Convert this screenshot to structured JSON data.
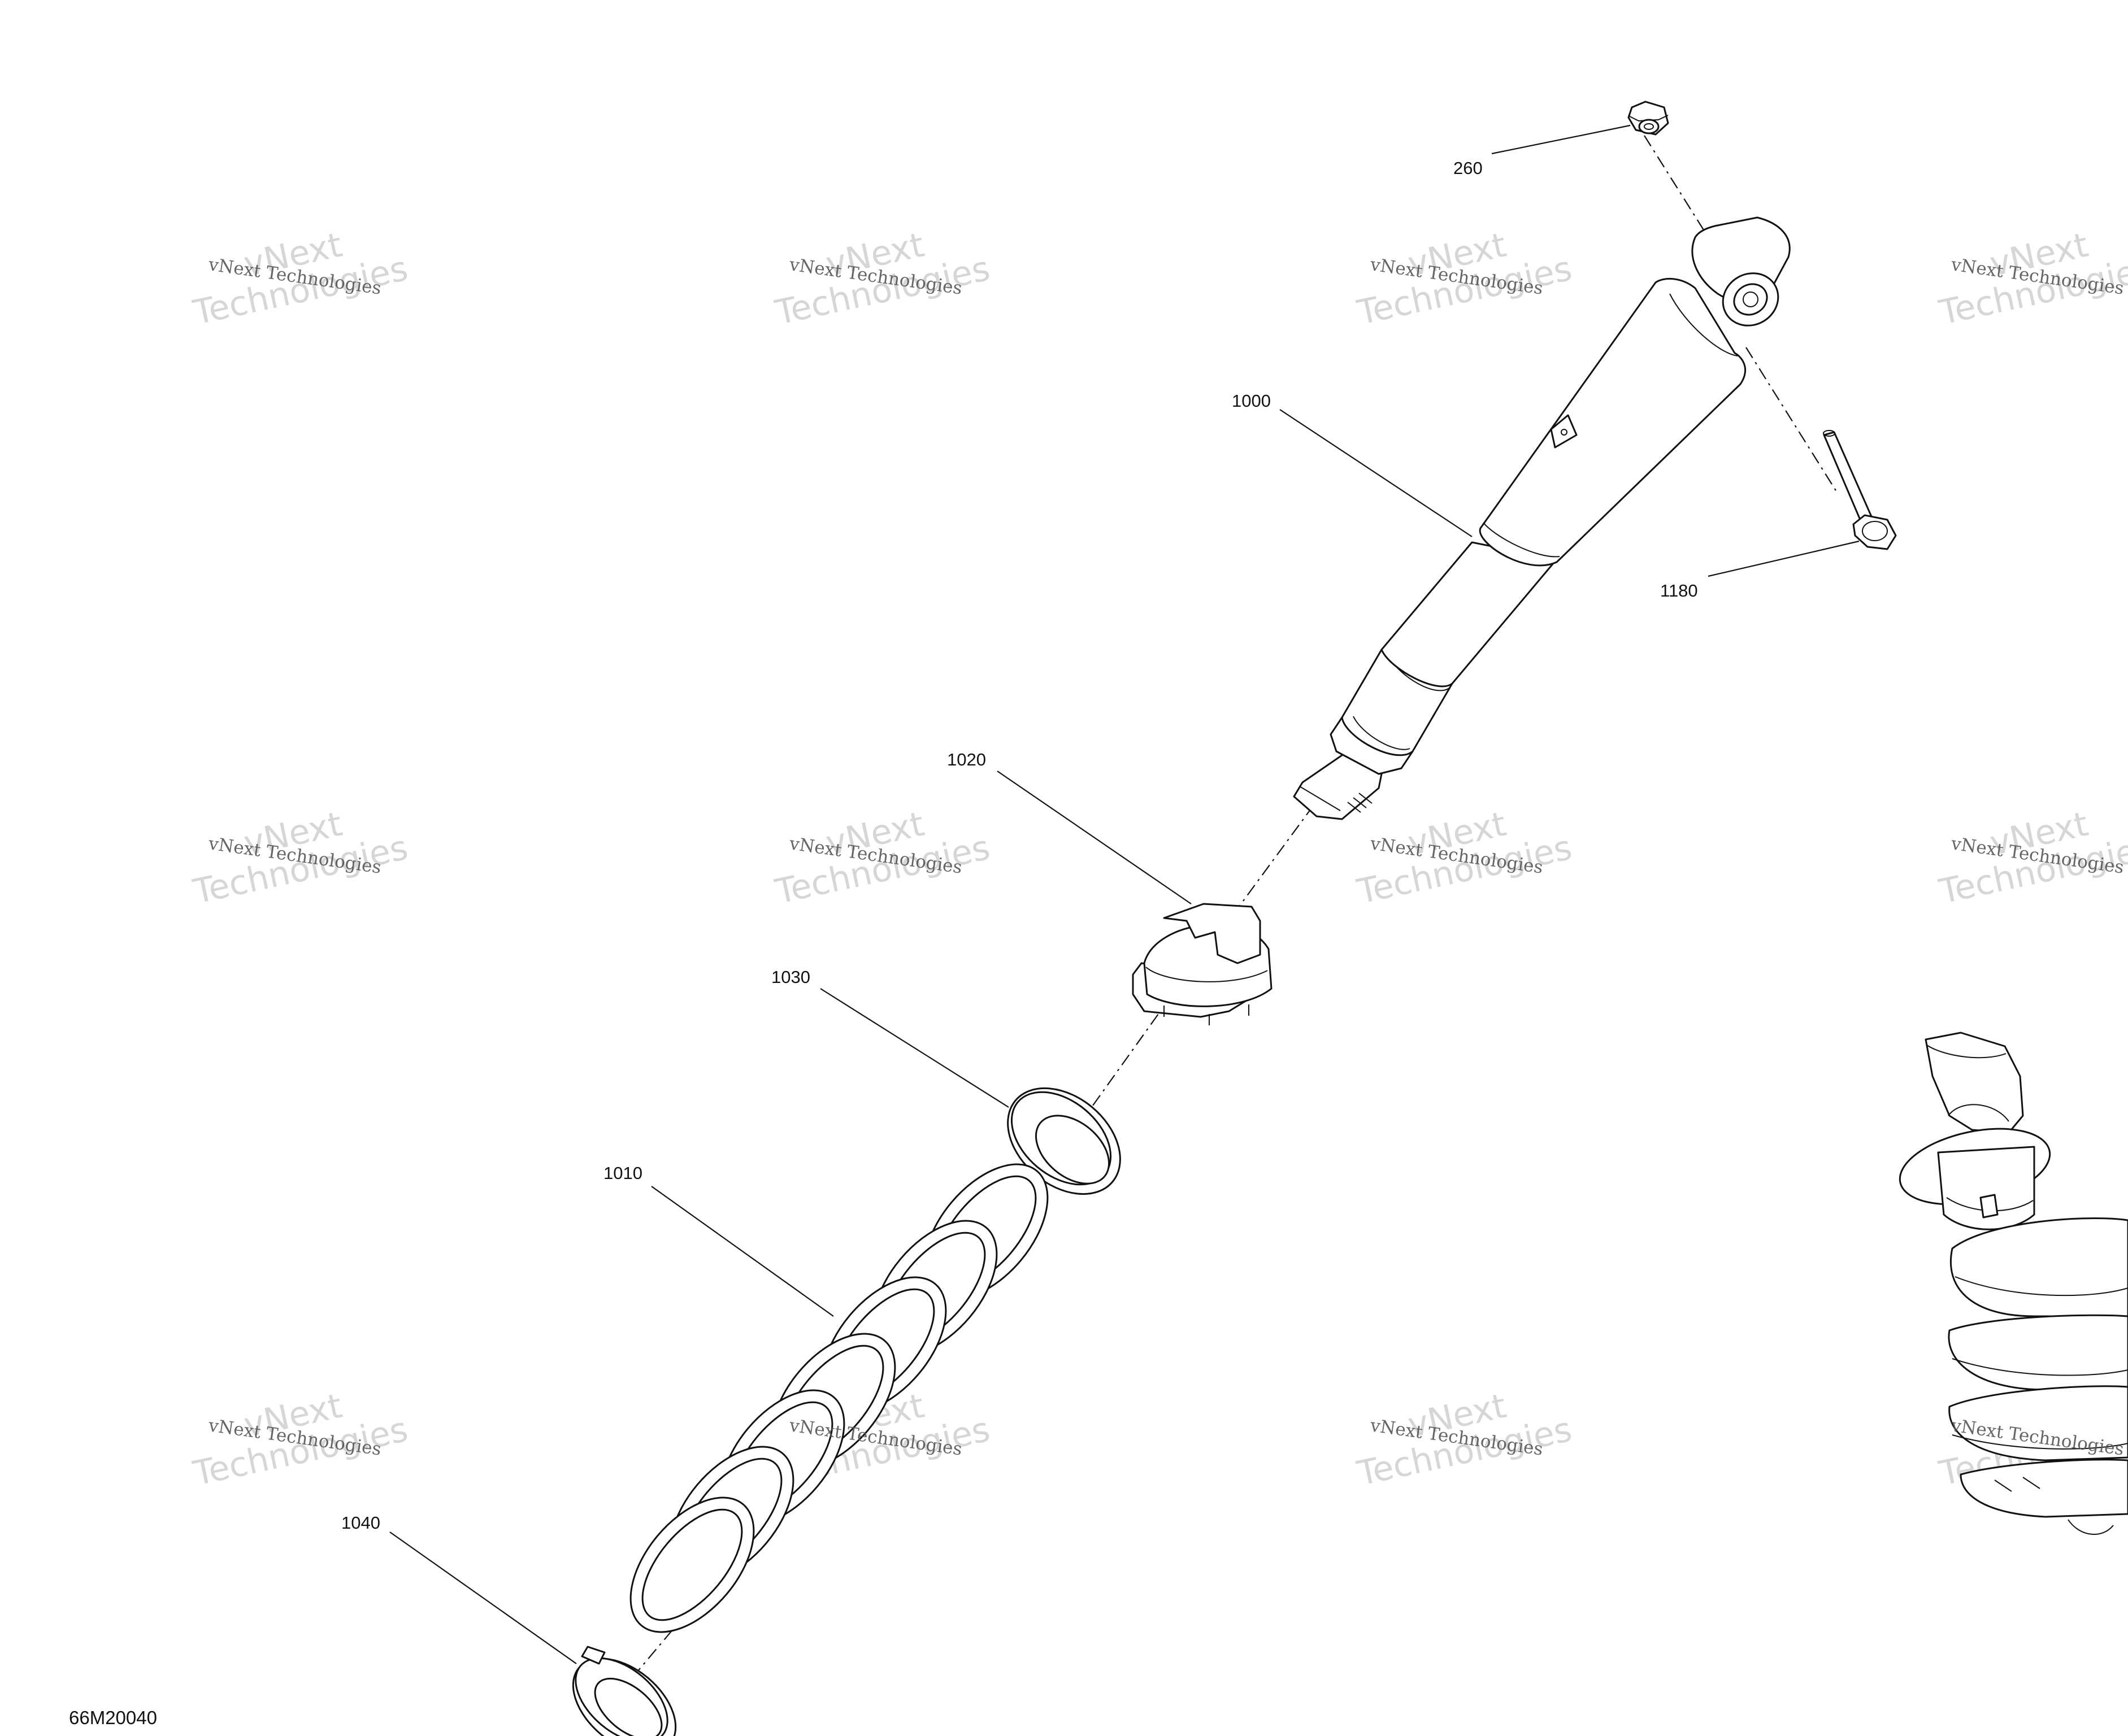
{
  "figure_id": "66M20040",
  "watermark": {
    "line1": "vNext",
    "line2": "Technologies",
    "overlay": "vNext Technologies"
  },
  "parts": [
    {
      "number": "260",
      "component": "nut"
    },
    {
      "number": "1000",
      "component": "shock-absorber"
    },
    {
      "number": "1180",
      "component": "bolt"
    },
    {
      "number": "1020",
      "component": "spring-retainer"
    },
    {
      "number": "1030",
      "component": "spacer-ring"
    },
    {
      "number": "1010",
      "component": "coil-spring"
    },
    {
      "number": "1040",
      "component": "lower-spring-seat"
    }
  ]
}
